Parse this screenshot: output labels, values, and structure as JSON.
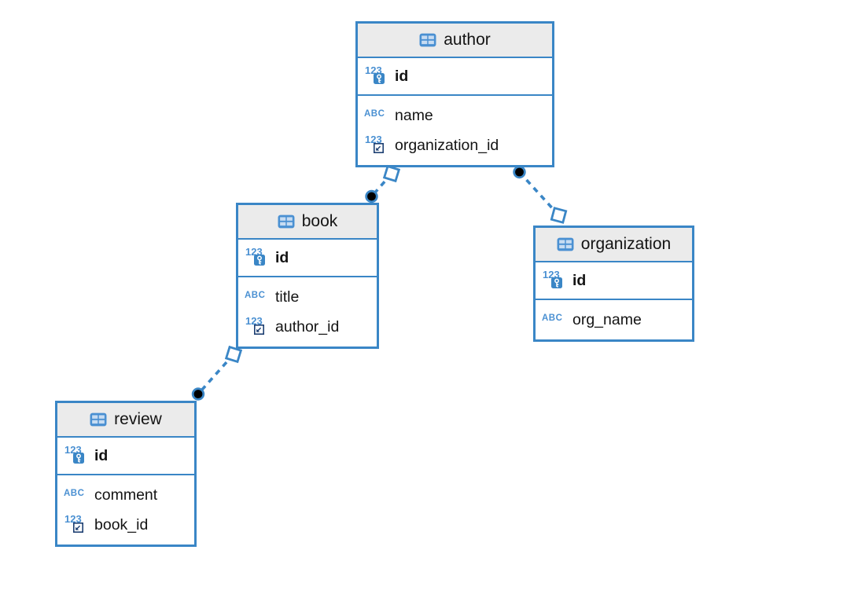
{
  "colors": {
    "accent_blue": "#3a86c6",
    "icon_blue": "#4a90d2",
    "icon_cell_light": "#c7dcf2",
    "header_gray": "#ebebeb",
    "fk_badge_navy": "#1d3f72",
    "text_black": "#141414",
    "endpoint_black": "#000000",
    "row_white": "#ffffff"
  },
  "icon_labels": {
    "number_label": "123",
    "text_label": "ABC"
  },
  "entities": [
    {
      "name": "author",
      "fields": [
        {
          "label": "id",
          "type_icon": "numeric-primary-key",
          "key": "primary"
        },
        {
          "label": "name",
          "type_icon": "text"
        },
        {
          "label": "organization_id",
          "type_icon": "numeric-foreign-key",
          "key": "foreign"
        }
      ]
    },
    {
      "name": "book",
      "fields": [
        {
          "label": "id",
          "type_icon": "numeric-primary-key",
          "key": "primary"
        },
        {
          "label": "title",
          "type_icon": "text"
        },
        {
          "label": "author_id",
          "type_icon": "numeric-foreign-key",
          "key": "foreign"
        }
      ]
    },
    {
      "name": "organization",
      "fields": [
        {
          "label": "id",
          "type_icon": "numeric-primary-key",
          "key": "primary"
        },
        {
          "label": "org_name",
          "type_icon": "text"
        }
      ]
    },
    {
      "name": "review",
      "fields": [
        {
          "label": "id",
          "type_icon": "numeric-primary-key",
          "key": "primary"
        },
        {
          "label": "comment",
          "type_icon": "text"
        },
        {
          "label": "book_id",
          "type_icon": "numeric-foreign-key",
          "key": "foreign"
        }
      ]
    }
  ],
  "connectors": [
    {
      "entities": [
        "author",
        "book"
      ],
      "square_marker_at": "author",
      "circle_marker_at": "book",
      "line_style": "dashed"
    },
    {
      "entities": [
        "author",
        "organization"
      ],
      "circle_marker_at": "author",
      "square_marker_at": "organization",
      "line_style": "dashed"
    },
    {
      "entities": [
        "book",
        "review"
      ],
      "square_marker_at": "book",
      "circle_marker_at": "review",
      "line_style": "dashed"
    }
  ]
}
